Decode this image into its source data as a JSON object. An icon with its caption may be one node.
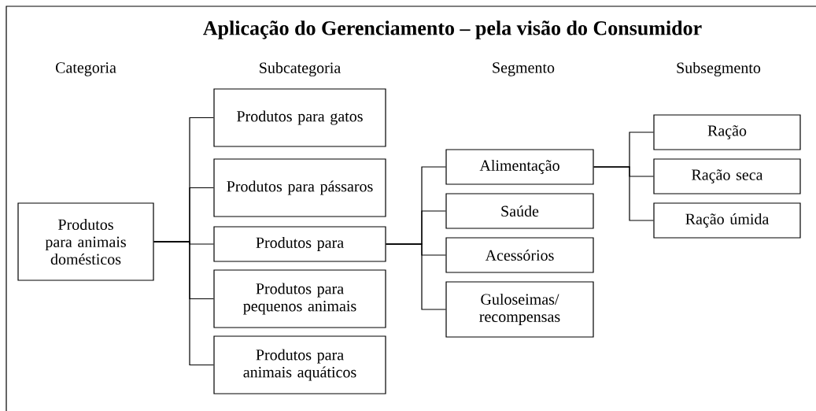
{
  "diagram": {
    "title": "Aplicação do Gerenciamento – pela visão do Consumidor",
    "nodes": [
      {
        "text": [
          "Produtos para animais domésticos"
        ]
      },
      {
        "text": [
          "Produtos para gatos"
        ]
      },
      {
        "text": [
          "Produtos para pássaros"
        ]
      },
      {
        "text": [
          "Produtos para"
        ]
      },
      {
        "text": [
          "Produtos para pequenos animais"
        ]
      },
      {
        "text": [
          "Produtos para animais aquáticos"
        ]
      },
      {
        "text": [
          "Alimentação"
        ]
      },
      {
        "text": [
          "Saúde"
        ]
      },
      {
        "text": [
          "Acessórios"
        ]
      },
      {
        "text": [
          "Guloseimas/ recompensas"
        ]
      },
      {
        "text": [
          "Ração"
        ]
      },
      {
        "text": [
          "Ração seca"
        ]
      },
      {
        "text": [
          "Ração úmida"
        ]
      }
    ],
    "edges": [
      {
        "from": 0,
        "to": 1,
        "arrow": "none"
      },
      {
        "from": 0,
        "to": 2,
        "arrow": "none"
      },
      {
        "from": 0,
        "to": 3,
        "arrow": "none"
      },
      {
        "from": 0,
        "to": 4,
        "arrow": "none"
      },
      {
        "from": 0,
        "to": 5,
        "arrow": "none"
      },
      {
        "from": 3,
        "to": 6,
        "arrow": "none"
      },
      {
        "from": 3,
        "to": 7,
        "arrow": "none"
      },
      {
        "from": 3,
        "to": 8,
        "arrow": "none"
      },
      {
        "from": 3,
        "to": 9,
        "arrow": "none"
      },
      {
        "from": 6,
        "to": 10,
        "arrow": "none"
      },
      {
        "from": 6,
        "to": 11,
        "arrow": "none"
      },
      {
        "from": 6,
        "to": 12,
        "arrow": "none"
      }
    ],
    "labels": [
      "Categoria",
      "Subcategoria",
      "Segmento",
      "Subsegmento"
    ]
  }
}
